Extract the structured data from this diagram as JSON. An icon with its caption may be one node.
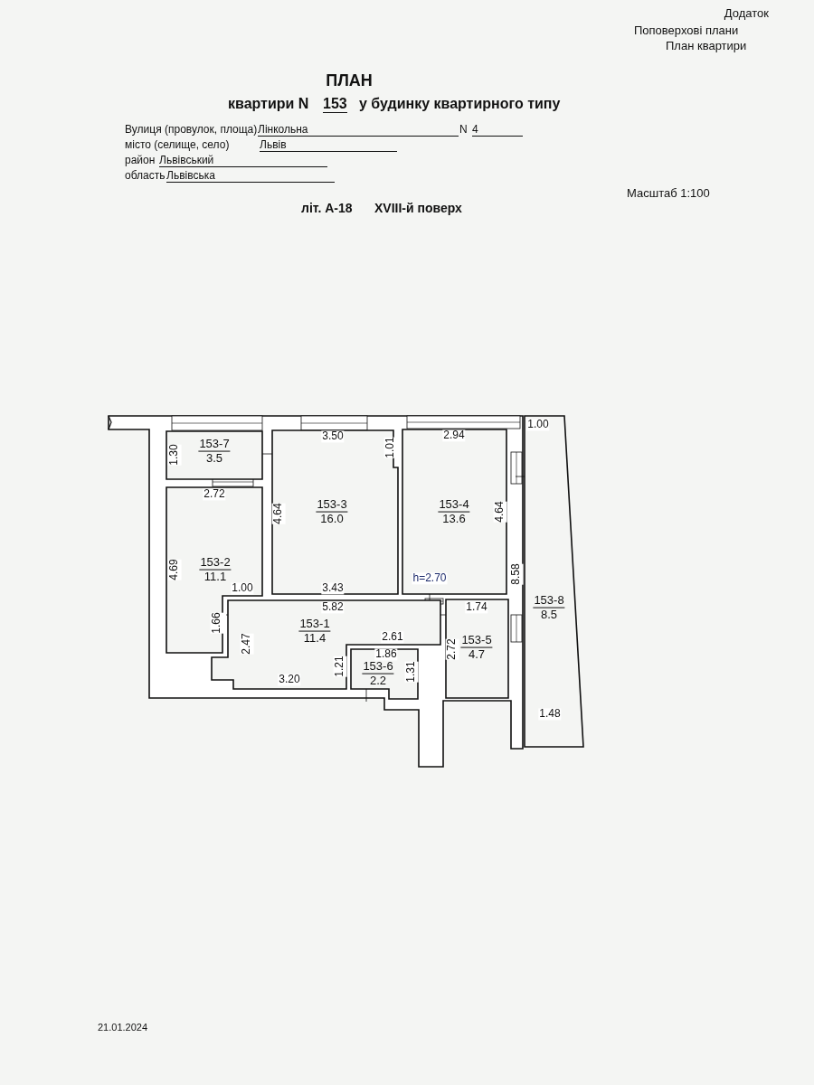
{
  "diagram": {
    "title": "ПЛАН",
    "nodes": [
      {
        "text": [
          "153-7",
          "3.5"
        ]
      },
      {
        "text": [
          "153-2",
          "11.1"
        ]
      },
      {
        "text": [
          "153-3",
          "16.0"
        ]
      },
      {
        "text": [
          "153-4",
          "13.6"
        ]
      },
      {
        "text": [
          "153-1",
          "11.4"
        ]
      },
      {
        "text": [
          "153-6",
          "2.2"
        ]
      },
      {
        "text": [
          "153-5",
          "4.7"
        ]
      },
      {
        "text": [
          "153-8",
          "8.5"
        ]
      }
    ],
    "labels": [
      "Додаток",
      "Поповерхові плани",
      "План квартири",
      "квартири N",
      "153",
      "у будинку квартирного типу",
      "Вулиця (провулок, площа)",
      "Лінкольна",
      "N",
      "4",
      "місто (селище, село)",
      "Львів",
      "район",
      "Львівський",
      "область",
      "Львівська",
      "Масштаб 1:100",
      "літ. А-18",
      "XVIII-й поверх",
      "3.50",
      "1.01",
      "2.94",
      "1.00",
      "1.30",
      "2.72",
      "4.64",
      "4.64",
      "4.69",
      "h=2.70",
      "8.58",
      "1.00",
      "3.43",
      "5.82",
      "1.74",
      "1.66",
      "2.47",
      "2.61",
      "1.86",
      "2.72",
      "1.21",
      "1.31",
      "3.20",
      "1.48",
      "21.01.2024"
    ]
  }
}
